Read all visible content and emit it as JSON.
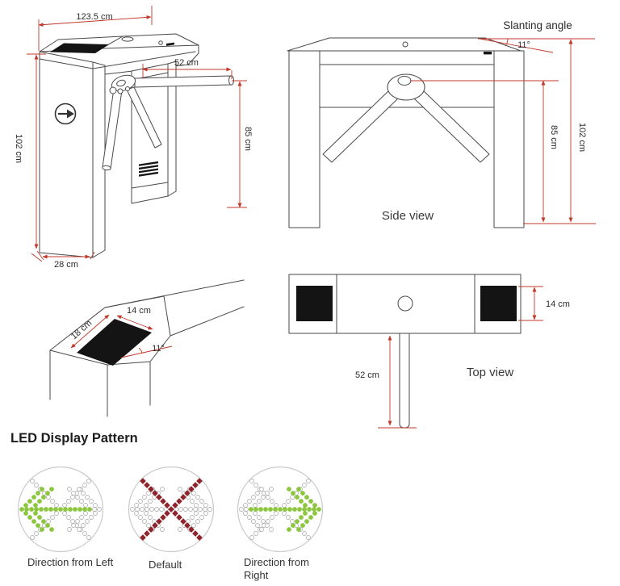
{
  "colors": {
    "dimension_red": "#c0392b",
    "drawing_line": "#4a4a4a",
    "panel_black": "#141414",
    "lit_green": "#8dc63f",
    "lit_red": "#8e242c",
    "unlit_stroke": "#b7b7b7"
  },
  "views": {
    "isometric": {
      "dim_width": "123.5 cm",
      "dim_height": "102 cm",
      "dim_depth": "28 cm",
      "dim_arm_length": "52 cm",
      "dim_arm_height": "85 cm"
    },
    "side": {
      "title": "Side view",
      "slanting_label": "Slanting angle",
      "angle": "11°",
      "dim_arm_height": "85 cm",
      "dim_height": "102 cm"
    },
    "top": {
      "title": "Top view",
      "dim_arm_length": "52 cm",
      "dim_reader_width": "14 cm"
    },
    "detail": {
      "dim_panel_width": "14 cm",
      "dim_panel_length": "18 cm",
      "angle": "11°"
    }
  },
  "led": {
    "heading": "LED Display Pattern",
    "displays": [
      {
        "mode": "arrow-left",
        "color": "#8dc63f",
        "label": "Direction from Left"
      },
      {
        "mode": "cross",
        "color": "#8e242c",
        "label": "Default"
      },
      {
        "mode": "arrow-right",
        "color": "#8dc63f",
        "label": "Direction from Right"
      }
    ]
  }
}
